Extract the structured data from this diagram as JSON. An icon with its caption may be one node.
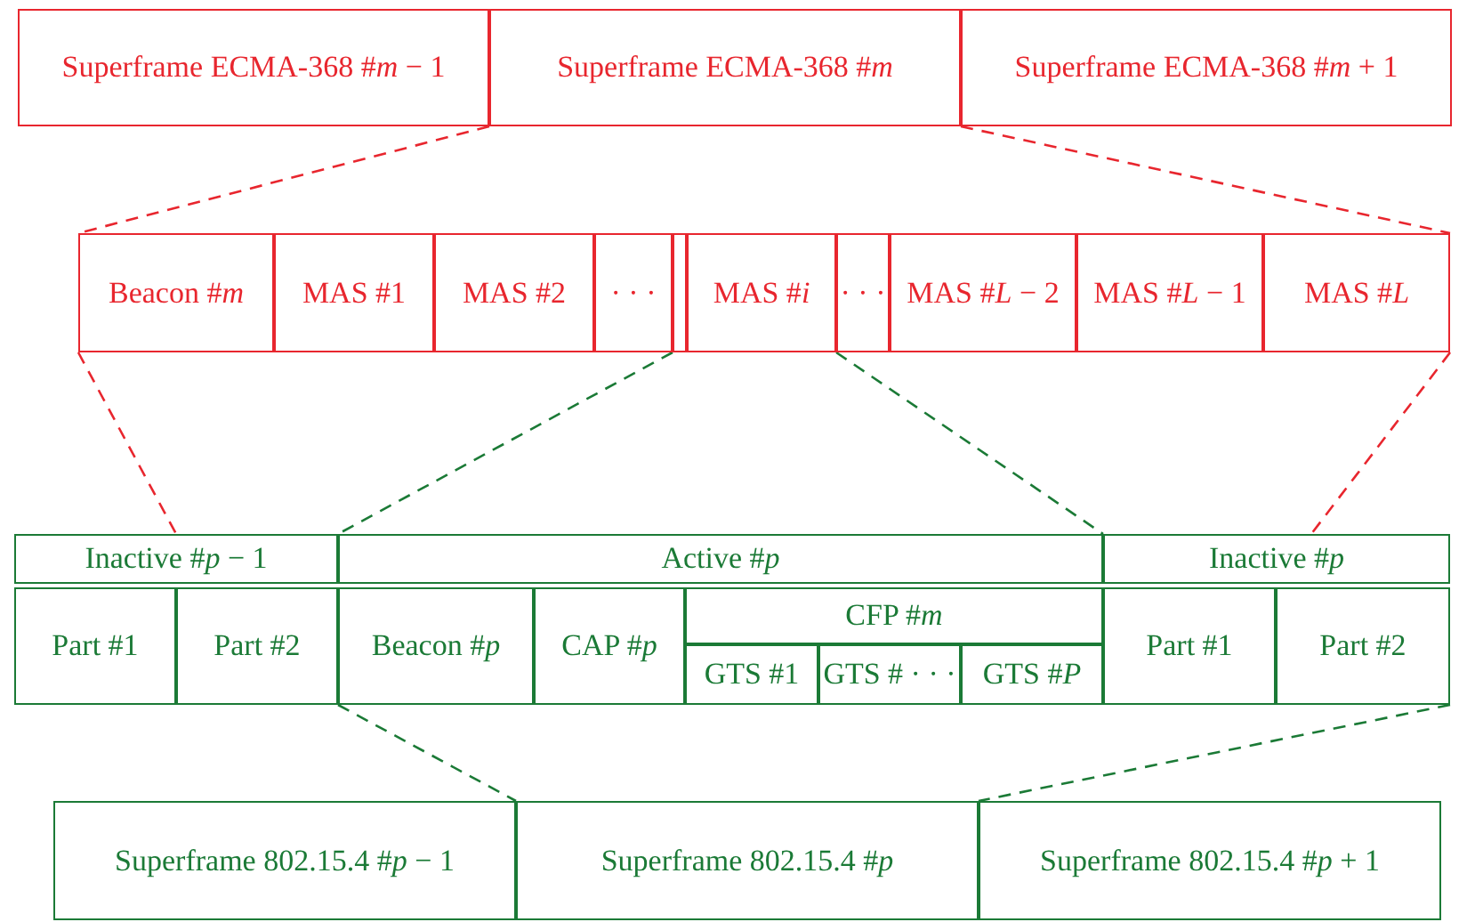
{
  "diagram": {
    "nodes": [
      {
        "text": [
          "Superframe ECMA-368 #*m* − 1"
        ]
      },
      {
        "text": [
          "Superframe ECMA-368 #*m*"
        ]
      },
      {
        "text": [
          "Superframe ECMA-368 #*m* + 1"
        ]
      },
      {
        "text": [
          "Beacon #*m*"
        ]
      },
      {
        "text": [
          "MAS #1"
        ]
      },
      {
        "text": [
          "MAS #2"
        ]
      },
      {
        "text": [
          "· · ·"
        ]
      },
      {
        "text": [],
        "shape": "box"
      },
      {
        "text": [
          "MAS #*i*"
        ]
      },
      {
        "text": [
          "· · ·"
        ]
      },
      {
        "text": [
          "MAS #*L* − 2"
        ]
      },
      {
        "text": [
          "MAS #*L* − 1"
        ]
      },
      {
        "text": [
          "MAS #*L*"
        ]
      },
      {
        "text": [
          "Inactive #*p* − 1"
        ]
      },
      {
        "text": [
          "Active #*p*"
        ]
      },
      {
        "text": [
          "Inactive #*p*"
        ]
      },
      {
        "text": [
          "Part #1"
        ]
      },
      {
        "text": [
          "Part #2"
        ]
      },
      {
        "text": [
          "Beacon #*p*"
        ]
      },
      {
        "text": [
          "CAP #*p*"
        ]
      },
      {
        "text": [
          "CFP #*m*"
        ]
      },
      {
        "text": [
          "GTS #1"
        ]
      },
      {
        "text": [
          "GTS # · · ·"
        ]
      },
      {
        "text": [
          "GTS #*P*"
        ]
      },
      {
        "text": [
          "Part #1"
        ]
      },
      {
        "text": [
          "Part #2"
        ]
      },
      {
        "text": [
          "Superframe 802.15.4 #*p* − 1"
        ]
      },
      {
        "text": [
          "Superframe 802.15.4 #*p*"
        ]
      },
      {
        "text": [
          "Superframe 802.15.4 #*p* + 1"
        ]
      }
    ],
    "edges": [
      {
        "from": 1,
        "to": 3,
        "arrow": "none",
        "style": "dashed",
        "color": "#e8262e"
      },
      {
        "from": 1,
        "to": 12,
        "arrow": "none",
        "style": "dashed",
        "color": "#e8262e"
      },
      {
        "from": 3,
        "to": 13,
        "arrow": "none",
        "style": "dashed",
        "color": "#e8262e"
      },
      {
        "from": 12,
        "to": 15,
        "arrow": "none",
        "style": "dashed",
        "color": "#e8262e"
      },
      {
        "from": 7,
        "to": 14,
        "arrow": "none",
        "style": "dashed",
        "color": "#1b7a36"
      },
      {
        "from": 8,
        "to": 14,
        "arrow": "none",
        "style": "dashed",
        "color": "#1b7a36"
      },
      {
        "from": 18,
        "to": 27,
        "arrow": "none",
        "style": "dashed",
        "color": "#1b7a36"
      },
      {
        "from": 25,
        "to": 27,
        "arrow": "none",
        "style": "dashed",
        "color": "#1b7a36"
      }
    ]
  }
}
